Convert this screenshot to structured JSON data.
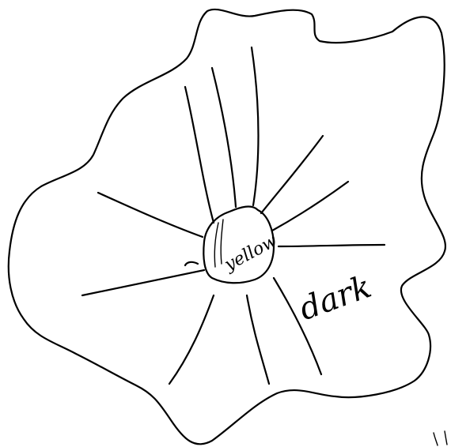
{
  "sketch": {
    "subject": "flower",
    "ink_color": "#000000",
    "paper_color": "#ffffff",
    "labels": {
      "center": "yellow",
      "petal": "dark"
    }
  }
}
